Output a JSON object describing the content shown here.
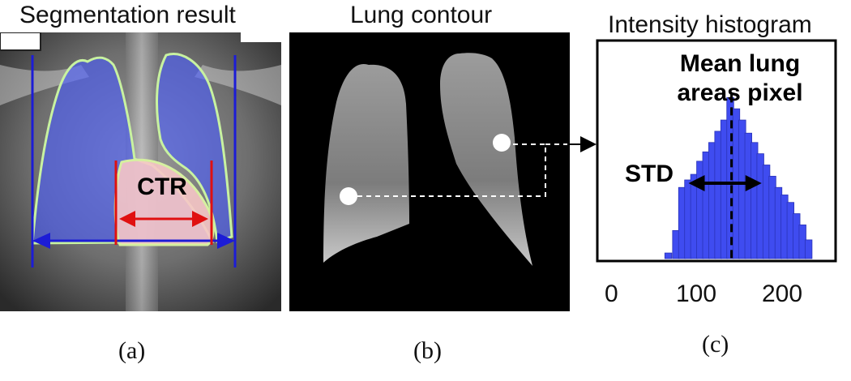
{
  "panels": {
    "a": {
      "title": "Segmentation result",
      "caption": "(a)",
      "annotation": "CTR"
    },
    "b": {
      "title": "Lung contour",
      "caption": "(b)"
    },
    "c": {
      "title": "Intensity histogram",
      "caption": "(c)",
      "mean_label_line1": "Mean lung",
      "mean_label_line2": "areas pixel",
      "std_label": "STD",
      "x_ticks": [
        "0",
        "100",
        "200"
      ]
    }
  },
  "colors": {
    "lung_overlay": "#4a5bff",
    "heart_overlay": "#f6c6c6",
    "lung_width_line": "#1c1cd6",
    "heart_width_line": "#e01010",
    "histogram_bar": "#3f4cf0"
  },
  "chart_data": {
    "type": "bar",
    "x": [
      72,
      81,
      88,
      95,
      102,
      109,
      116,
      123,
      130,
      137,
      144,
      151,
      158,
      165,
      172,
      179,
      186,
      193,
      200,
      207,
      214,
      221,
      228,
      235
    ],
    "values": [
      3,
      15,
      38,
      42,
      45,
      52,
      57,
      62,
      68,
      74,
      86,
      80,
      74,
      67,
      62,
      56,
      50,
      44,
      38,
      34,
      30,
      24,
      18,
      10
    ],
    "xlim": [
      -10,
      265
    ],
    "ylim": [
      0,
      100
    ],
    "mean": 145,
    "std_range": [
      95,
      180
    ]
  }
}
